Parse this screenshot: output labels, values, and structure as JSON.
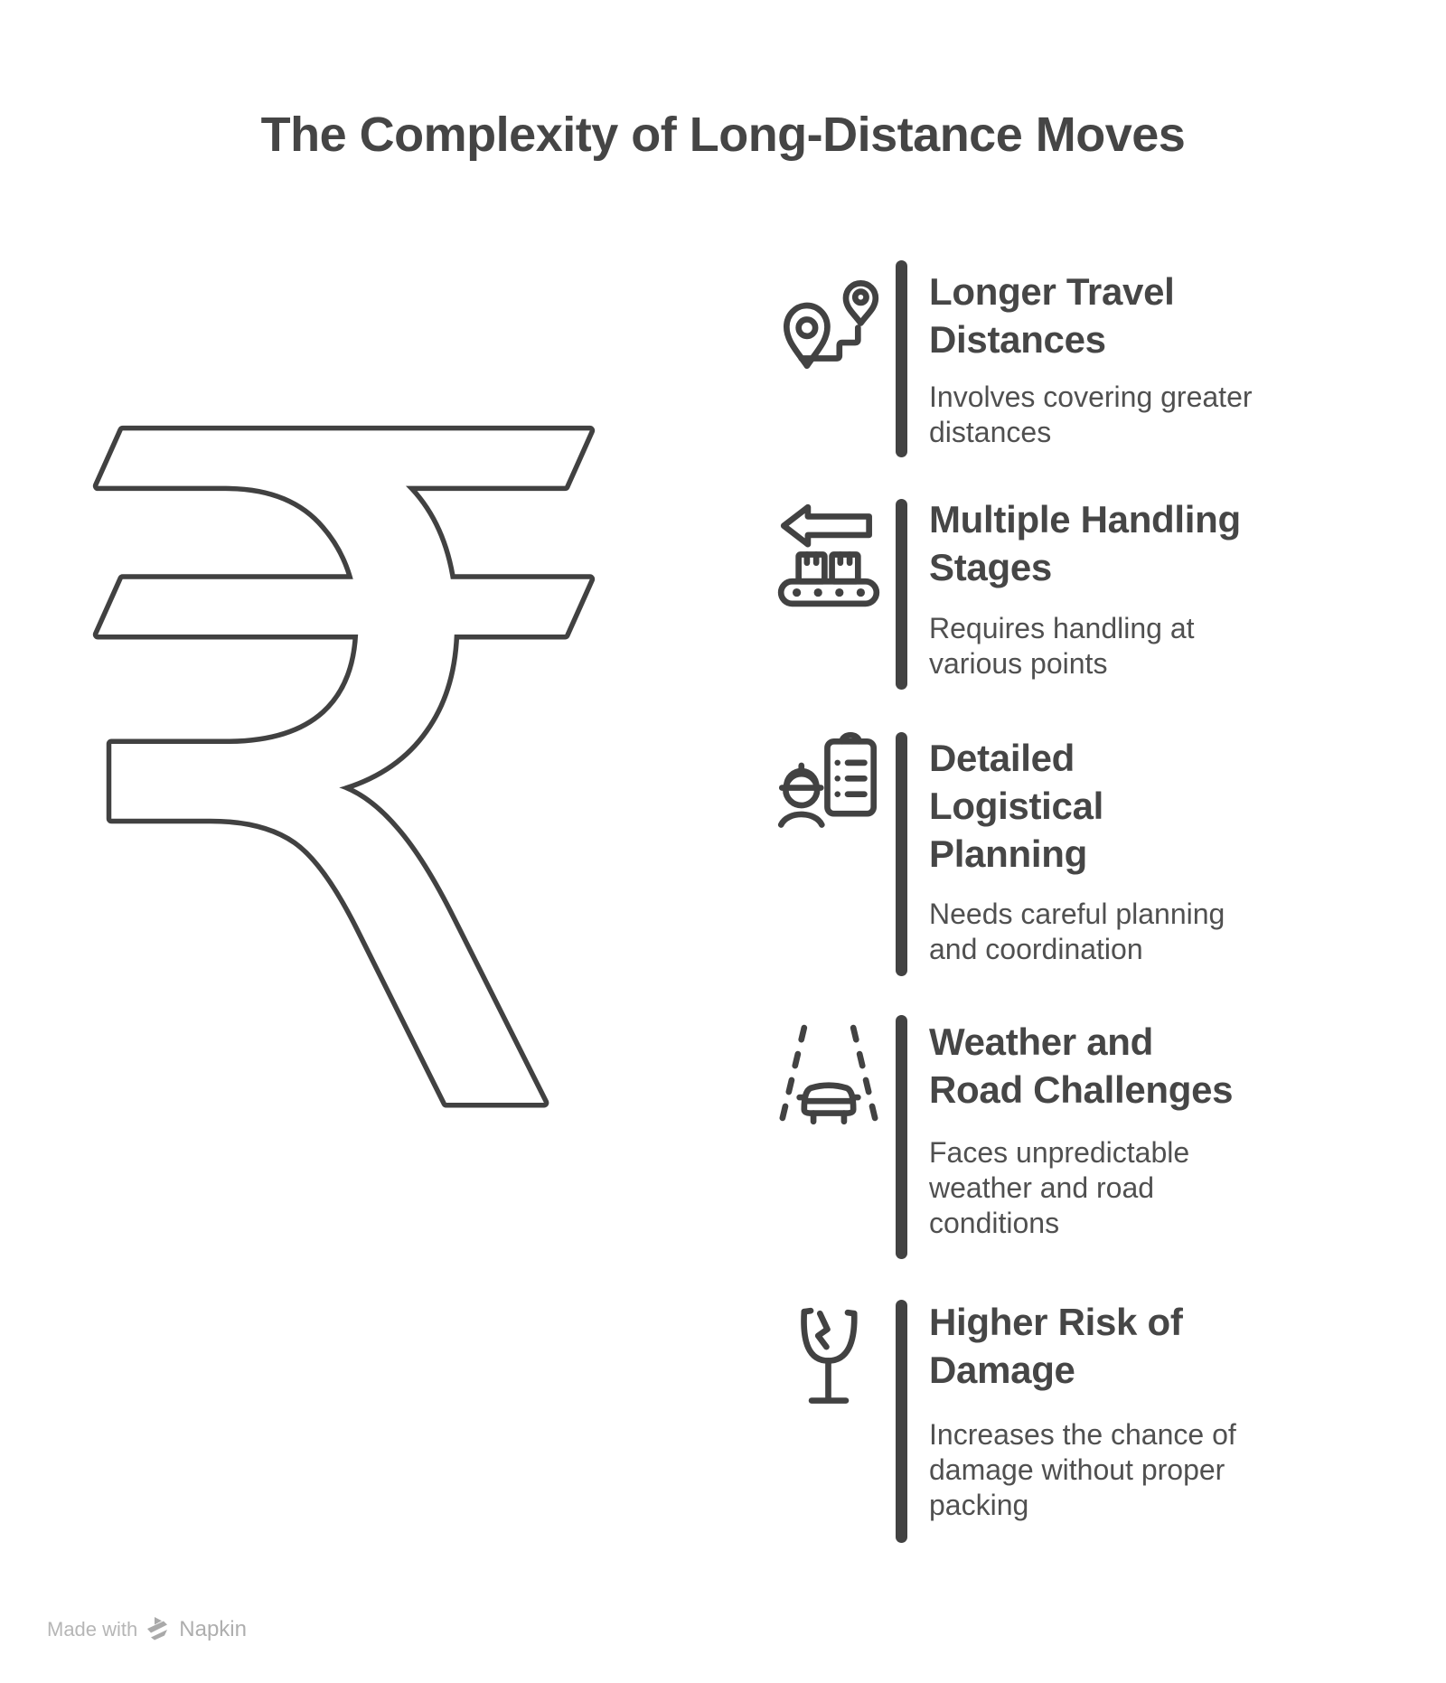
{
  "page": {
    "title": "The Complexity of Long-Distance Moves",
    "background_color": "#ffffff",
    "ink_color": "#424242"
  },
  "illustration": {
    "name": "hand-drawn-rupee-symbol",
    "symbol": "₹"
  },
  "items": [
    {
      "icon": "map-pins-route-icon",
      "title": "Longer Travel Distances",
      "title_lines": [
        "Longer Travel",
        "Distances"
      ],
      "description": "Involves covering greater distances",
      "description_lines": [
        "Involves covering greater",
        "distances"
      ]
    },
    {
      "icon": "arrow-conveyor-icon",
      "title": "Multiple Handling Stages",
      "title_lines": [
        "Multiple Handling",
        "Stages"
      ],
      "description": "Requires handling at various points",
      "description_lines": [
        "Requires handling at",
        "various points"
      ]
    },
    {
      "icon": "worker-clipboard-icon",
      "title": "Detailed Logistical Planning",
      "title_lines": [
        "Detailed",
        "Logistical",
        "Planning"
      ],
      "description": "Needs careful planning and coordination",
      "description_lines": [
        "Needs careful planning",
        "and coordination"
      ]
    },
    {
      "icon": "road-car-icon",
      "title": "Weather and Road Challenges",
      "title_lines": [
        "Weather and",
        "Road Challenges"
      ],
      "description": "Faces unpredictable weather and road conditions",
      "description_lines": [
        "Faces unpredictable",
        "weather and road",
        "conditions"
      ]
    },
    {
      "icon": "broken-glass-icon",
      "title": "Higher Risk of Damage",
      "title_lines": [
        "Higher Risk of",
        "Damage"
      ],
      "description": "Increases the chance of damage without proper packing",
      "description_lines": [
        "Increases the chance of",
        "damage without proper",
        "packing"
      ]
    }
  ],
  "footer": {
    "made_with": "Made with",
    "brand": "Napkin"
  }
}
